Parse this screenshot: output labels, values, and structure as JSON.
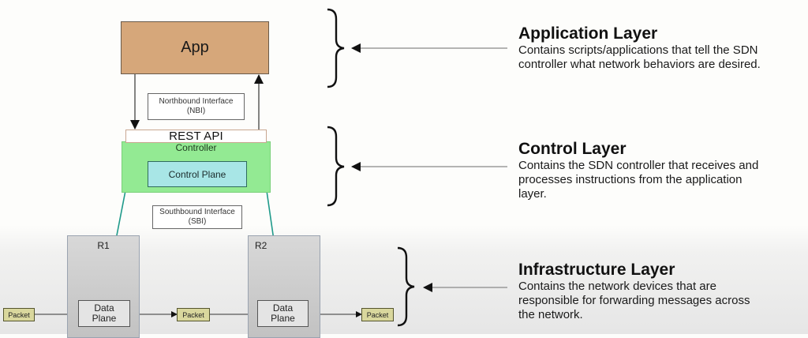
{
  "diagram": {
    "app": {
      "label": "App",
      "color": "#d6a77a"
    },
    "nbi": {
      "line1": "Northbound Interface",
      "line2": "(NBI)"
    },
    "rest_api": {
      "label": "REST API"
    },
    "controller": {
      "label": "Controller",
      "color": "#93ea93"
    },
    "control_plane": {
      "label": "Control Plane",
      "color": "#a8e6e6"
    },
    "sbi": {
      "line1": "Southbound Interface",
      "line2": "(SBI)"
    },
    "routers": [
      {
        "label": "R1",
        "data_plane": {
          "line1": "Data",
          "line2": "Plane"
        }
      },
      {
        "label": "R2",
        "data_plane": {
          "line1": "Data",
          "line2": "Plane"
        }
      }
    ],
    "packets": [
      {
        "label": "Packet"
      },
      {
        "label": "Packet"
      },
      {
        "label": "Packet"
      }
    ],
    "link_color": "#1f9a8a",
    "packet_color": "#d9d79d"
  },
  "layers": [
    {
      "title": "Application Layer",
      "desc_lines": [
        "Contains scripts/applications that tell the SDN",
        "controller what network behaviors are desired."
      ]
    },
    {
      "title": "Control Layer",
      "desc_lines": [
        "Contains the SDN controller that receives and",
        "processes instructions from the application",
        "layer."
      ]
    },
    {
      "title": "Infrastructure Layer",
      "desc_lines": [
        "Contains the network devices that are",
        "responsible for forwarding messages across",
        "the network."
      ]
    }
  ]
}
